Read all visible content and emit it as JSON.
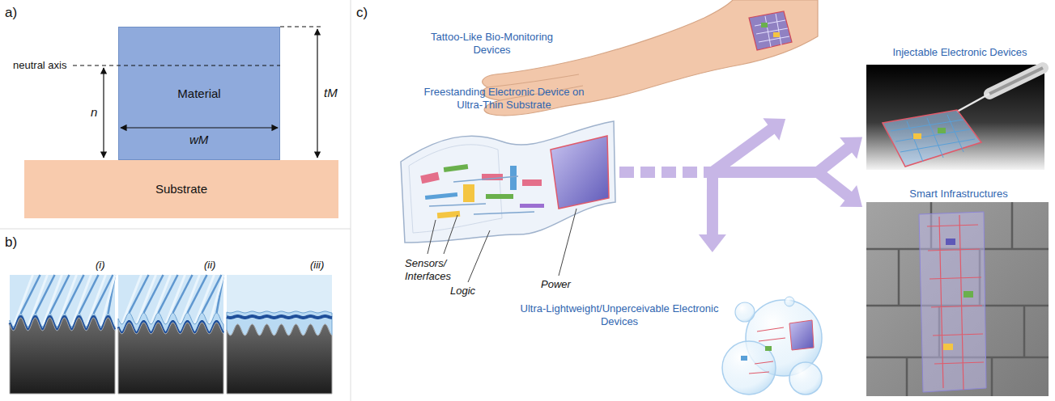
{
  "diagram": {
    "nodes": [
      {
        "text": [
          "Material"
        ]
      },
      {
        "text": [
          "Substrate"
        ]
      },
      {
        "text": [
          "Freestanding Electronic Device on Ultra-Thin Substrate"
        ]
      },
      {
        "text": [
          "Tattoo-Like Bio-Monitoring Devices"
        ]
      },
      {
        "text": [
          "Injectable Electronic Devices"
        ]
      },
      {
        "text": [
          "Smart Infrastructures"
        ]
      },
      {
        "text": [
          "Ultra-Lightweight/Unperceivable Electronic Devices"
        ]
      }
    ],
    "edges": [
      {
        "from": 2,
        "to": 3,
        "arrow": "to"
      },
      {
        "from": 2,
        "to": 4,
        "arrow": "to"
      },
      {
        "from": 2,
        "to": 5,
        "arrow": "to"
      },
      {
        "from": 2,
        "to": 6,
        "arrow": "to"
      }
    ],
    "labels": [
      "a)",
      "neutral axis",
      "n",
      "tM",
      "wM",
      "b)",
      "(i)",
      "(ii)",
      "(iii)",
      "c)",
      "Sensors/ Interfaces",
      "Logic",
      "Power"
    ]
  }
}
